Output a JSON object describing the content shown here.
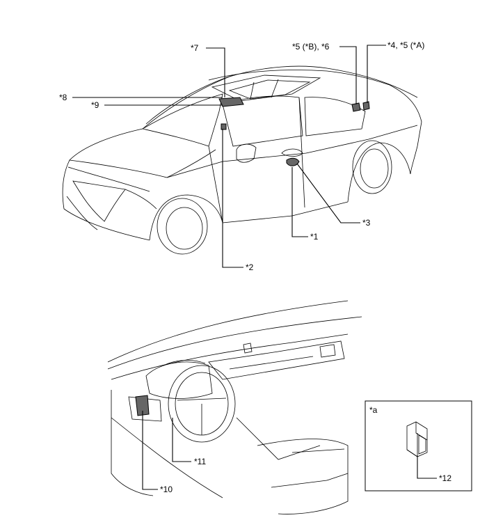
{
  "callouts": {
    "c1": "*1",
    "c2": "*2",
    "c3": "*3",
    "c4": "*4, *5 (*A)",
    "c5": "*5 (*B), *6",
    "c7": "*7",
    "c8": "*8",
    "c9": "*9",
    "c10": "*10",
    "c11": "*11",
    "c12": "*12",
    "ca": "*a"
  }
}
